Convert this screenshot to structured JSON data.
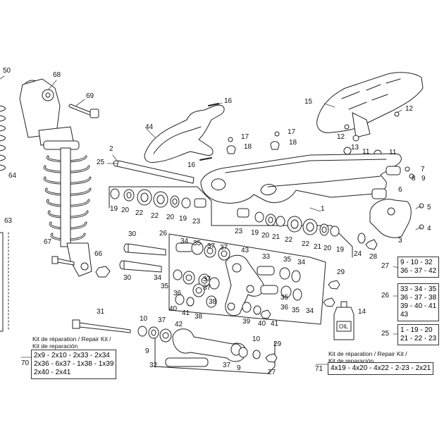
{
  "callouts": [
    "50",
    "68",
    "69",
    "16",
    "15",
    "12",
    "44",
    "17",
    "18",
    "17",
    "18",
    "12",
    "13",
    "11",
    "11",
    "2",
    "25",
    "16",
    "7",
    "8",
    "9",
    "6",
    "5",
    "4",
    "3",
    "64",
    "19",
    "20",
    "22",
    "22",
    "20",
    "19",
    "23",
    "1",
    "23",
    "19",
    "20",
    "21",
    "22",
    "22",
    "21",
    "20",
    "19",
    "24",
    "28",
    "63",
    "30",
    "26",
    "34",
    "35",
    "37",
    "37",
    "43",
    "33",
    "35",
    "34",
    "66",
    "67",
    "30",
    "34",
    "35",
    "36",
    "37",
    "37",
    "35",
    "34",
    "36",
    "35",
    "38",
    "38",
    "39",
    "40",
    "41",
    "40",
    "41",
    "29",
    "31",
    "10",
    "37",
    "42",
    "9",
    "10",
    "29",
    "32",
    "37",
    "9",
    "27",
    "14",
    "70",
    "71"
  ],
  "right_boxes": [
    {
      "id": "27",
      "lines": [
        "9 - 10 - 32",
        "36 - 37 - 42"
      ]
    },
    {
      "id": "26",
      "lines": [
        "33 - 34 - 35",
        "36 - 37 - 38",
        "39 - 40 - 41",
        "43"
      ]
    },
    {
      "id": "25",
      "lines": [
        "1 - 19 - 20",
        "21 - 22 - 23"
      ]
    }
  ],
  "kit70": {
    "title_line1": "Kit de réparation / Repair Kit /",
    "title_line2": "Kit de reparación",
    "lines": [
      "2x9 - 2x10 - 2x33 - 2x34",
      "2x36 - 6x37 - 1x38 - 1x39",
      "2x40 - 2x41"
    ],
    "number": "70"
  },
  "kit71": {
    "title_line1": "Kit de réparation / Repair Kit /",
    "title_line2": "Kit de reparación",
    "line": "4x19 - 4x20 - 4x22 - 2-23 - 2x21",
    "number": "71"
  },
  "oil_label": "OIL"
}
